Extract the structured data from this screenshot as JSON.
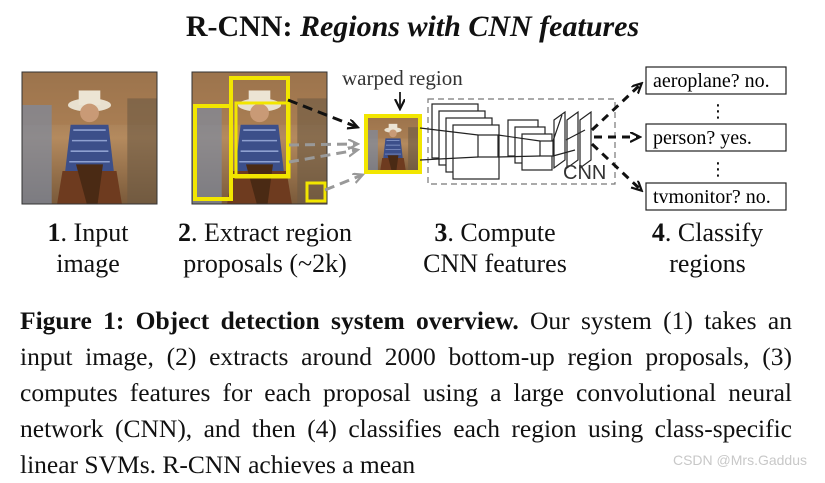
{
  "title": {
    "prefix": "R-CNN:",
    "italic": "Regions with CNN features"
  },
  "labels": {
    "warped_region": "warped region",
    "cnn": "CNN",
    "outputs": [
      "aeroplane? no.",
      "person? yes.",
      "tvmonitor? no."
    ],
    "dots": "⋮"
  },
  "steps": [
    {
      "num": "1",
      "line1": ". Input",
      "line2": "image"
    },
    {
      "num": "2",
      "line1": ". Extract region",
      "line2": "proposals (~2k)"
    },
    {
      "num": "3",
      "line1": ". Compute",
      "line2": "CNN features"
    },
    {
      "num": "4",
      "line1": ". Classify",
      "line2": "regions"
    }
  ],
  "caption": {
    "bold": "Figure 1:  Object detection system overview.",
    "text": "  Our system (1) takes an input image, (2) extracts around 2000 bottom-up region proposals, (3) computes features for each proposal using a large convolutional neural network (CNN), and then (4) classifies each region using class-specific linear SVMs. R-CNN achieves a mean"
  },
  "watermark": "CSDN @Mrs.Gaddus",
  "colors": {
    "highlight": "#f2e600",
    "arrow_gray": "#999999",
    "arrow_black": "#111111"
  }
}
